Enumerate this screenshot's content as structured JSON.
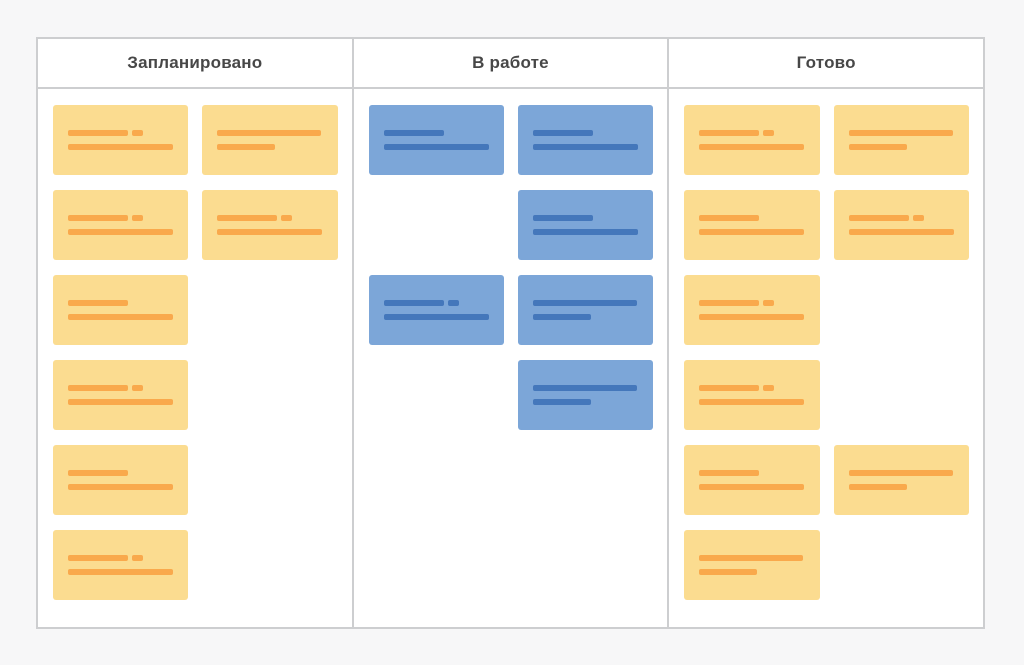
{
  "page": {
    "background": "#F7F7F8"
  },
  "board": {
    "background": "#FFFFFF",
    "line_color": "#CDCED0",
    "header_text_color": "#474747",
    "columns": [
      {
        "id": "planned",
        "title": "Запланировано",
        "card_color": "#FBDC90",
        "bar_color": "#F9A94C",
        "cards": [
          {
            "row": 1,
            "col": 1,
            "variant": "title-tag"
          },
          {
            "row": 1,
            "col": 2,
            "variant": "long-short"
          },
          {
            "row": 2,
            "col": 1,
            "variant": "title-tag"
          },
          {
            "row": 2,
            "col": 2,
            "variant": "title-tag"
          },
          {
            "row": 3,
            "col": 1,
            "variant": "title-only"
          },
          {
            "row": 4,
            "col": 1,
            "variant": "title-tag"
          },
          {
            "row": 5,
            "col": 1,
            "variant": "title-only"
          },
          {
            "row": 6,
            "col": 1,
            "variant": "title-tag"
          }
        ]
      },
      {
        "id": "in-progress",
        "title": "В работе",
        "card_color": "#7CA6D8",
        "bar_color": "#4477BB",
        "cards": [
          {
            "row": 1,
            "col": 1,
            "variant": "title-only"
          },
          {
            "row": 1,
            "col": 2,
            "variant": "title-only"
          },
          {
            "row": 2,
            "col": 2,
            "variant": "title-only"
          },
          {
            "row": 3,
            "col": 1,
            "variant": "title-tag"
          },
          {
            "row": 3,
            "col": 2,
            "variant": "long-short"
          },
          {
            "row": 4,
            "col": 2,
            "variant": "long-short"
          }
        ]
      },
      {
        "id": "done",
        "title": "Готово",
        "card_color": "#FBDC90",
        "bar_color": "#F9A94C",
        "cards": [
          {
            "row": 1,
            "col": 1,
            "variant": "title-tag"
          },
          {
            "row": 1,
            "col": 2,
            "variant": "long-short"
          },
          {
            "row": 2,
            "col": 1,
            "variant": "title-only"
          },
          {
            "row": 2,
            "col": 2,
            "variant": "title-tag"
          },
          {
            "row": 3,
            "col": 1,
            "variant": "title-tag"
          },
          {
            "row": 4,
            "col": 1,
            "variant": "title-tag"
          },
          {
            "row": 5,
            "col": 1,
            "variant": "title-only"
          },
          {
            "row": 5,
            "col": 2,
            "variant": "long-short"
          },
          {
            "row": 6,
            "col": 1,
            "variant": "long-short"
          }
        ]
      }
    ]
  }
}
